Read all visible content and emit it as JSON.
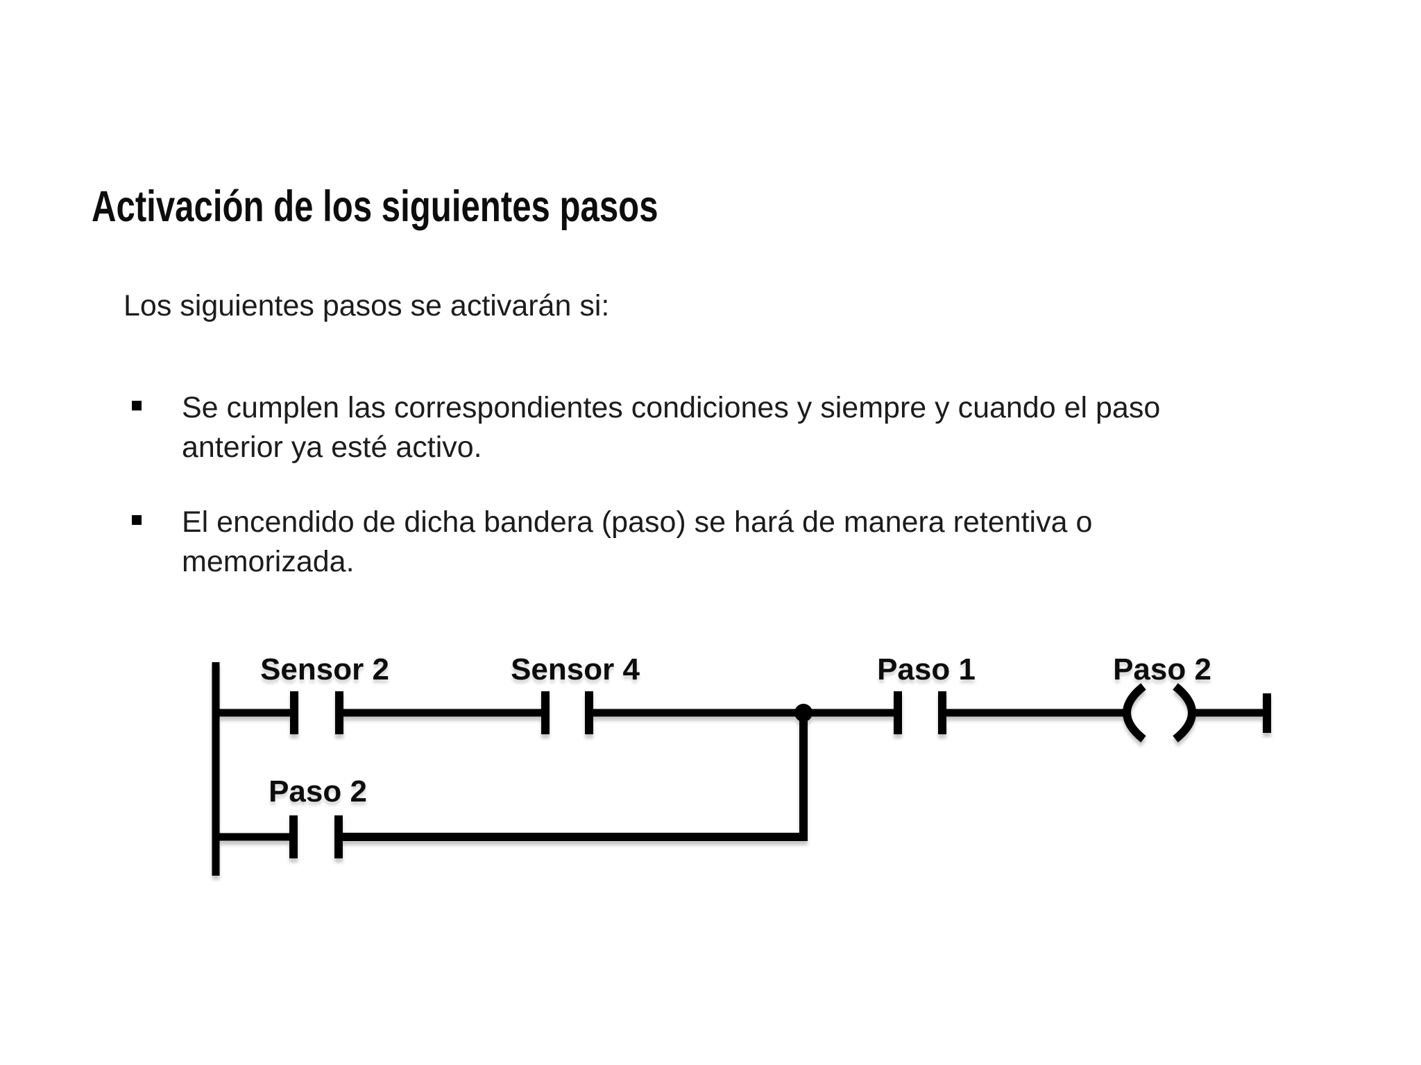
{
  "slide": {
    "title": "Activación de los siguientes pasos",
    "intro": "Los siguientes pasos se activarán si:",
    "bullets": [
      {
        "line1": "Se cumplen las correspondientes condiciones y siempre y cuando el paso",
        "line2": "anterior ya esté activo."
      },
      {
        "line1": "El encendido de dicha bandera (paso) se hará de manera retentiva o",
        "line2": "memorizada."
      }
    ]
  },
  "ladder": {
    "type": "ladder-logic-diagram",
    "rung1_contacts": [
      "Sensor 2",
      "Sensor 4",
      "Paso 1"
    ],
    "rung1_coil": "Paso 2",
    "rung2_contacts": [
      "Paso 2"
    ],
    "labels": {
      "sensor2": "Sensor 2",
      "sensor4": "Sensor 4",
      "paso1": "Paso 1",
      "coil_paso2": "Paso 2",
      "branch_paso2": "Paso 2"
    }
  },
  "colors": {
    "background": "#ffffff",
    "text": "#1c1c1c",
    "line": "#000000"
  }
}
